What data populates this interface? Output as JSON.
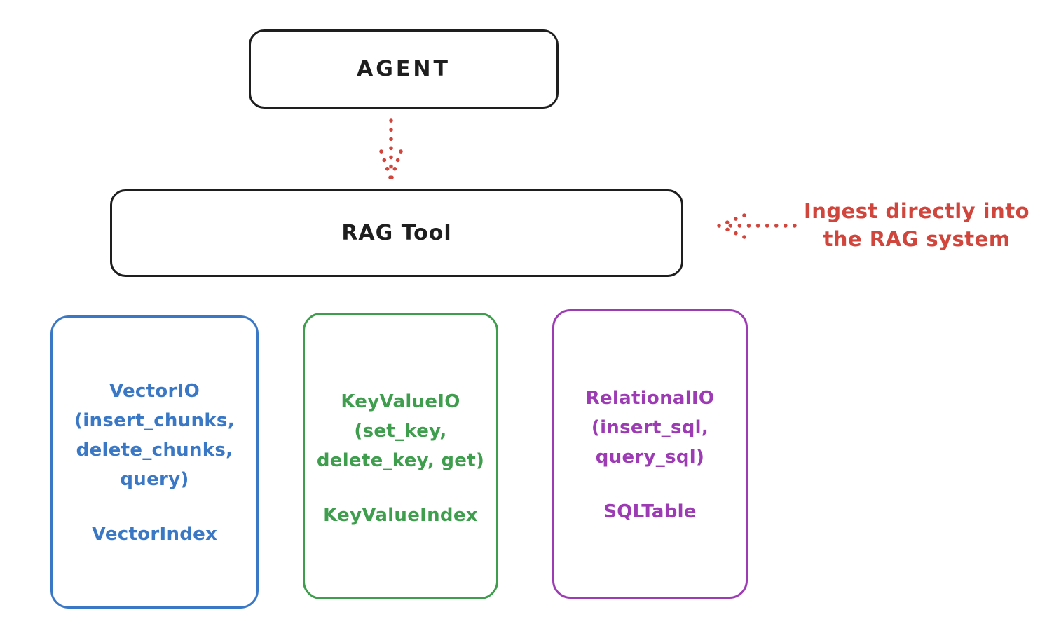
{
  "diagram": {
    "agent": {
      "label": "AGENT"
    },
    "rag_tool": {
      "label": "RAG Tool"
    },
    "annotation": {
      "line1": "Ingest directly into",
      "line2": "the RAG system"
    },
    "cards": [
      {
        "id": "vector-io",
        "color": "#3a78c5",
        "lines": [
          "VectorIO",
          "(insert_chunks,",
          "delete_chunks,",
          "query)"
        ],
        "index": "VectorIndex"
      },
      {
        "id": "keyvalue-io",
        "color": "#3f9e4e",
        "lines": [
          "KeyValueIO",
          "(set_key,",
          "delete_key, get)"
        ],
        "index": "KeyValueIndex"
      },
      {
        "id": "relational-io",
        "color": "#9d3bb5",
        "lines": [
          "RelationalIO",
          "(insert_sql,",
          "query_sql)"
        ],
        "index": "SQLTable"
      }
    ],
    "colors": {
      "ink": "#1e1e1e",
      "red": "#d0453c",
      "blue": "#3a78c5",
      "green": "#3f9e4e",
      "purple": "#9d3bb5"
    }
  }
}
